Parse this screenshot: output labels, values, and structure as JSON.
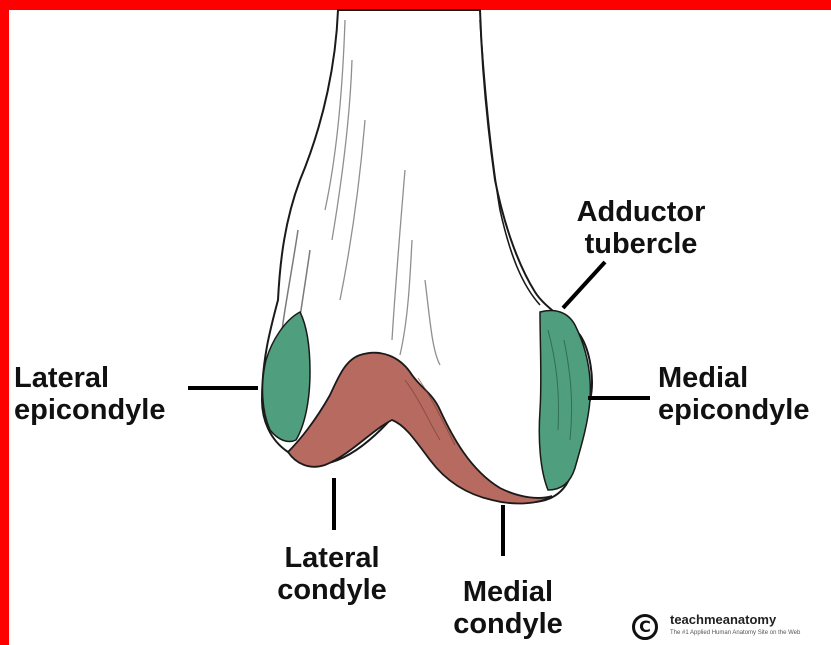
{
  "labels": {
    "adductor_tubercle": [
      "Adductor",
      "tubercle"
    ],
    "lateral_epicondyle": [
      "Lateral",
      "epicondyle"
    ],
    "medial_epicondyle": [
      "Medial",
      "epicondyle"
    ],
    "lateral_condyle": [
      "Lateral",
      "condyle"
    ],
    "medial_condyle": [
      "Medial",
      "condyle"
    ]
  },
  "brand": {
    "icon": "copyright-icon",
    "symbol": "C",
    "name": "teachmeanatomy",
    "tagline": "The #1 Applied Human Anatomy Site on the Web"
  },
  "colors": {
    "frame": "#ff0000",
    "epicondyle_highlight": "#4f9e7d",
    "condyle_highlight": "#b66a60"
  }
}
